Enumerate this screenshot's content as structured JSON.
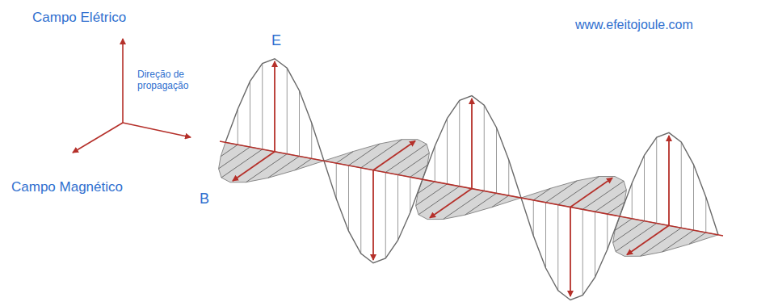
{
  "diagram": {
    "labels": [
      "Campo Elétrico",
      "www.efeitojoule.com",
      "E",
      "Direção de propagação",
      "Campo Magnético",
      "B"
    ]
  }
}
